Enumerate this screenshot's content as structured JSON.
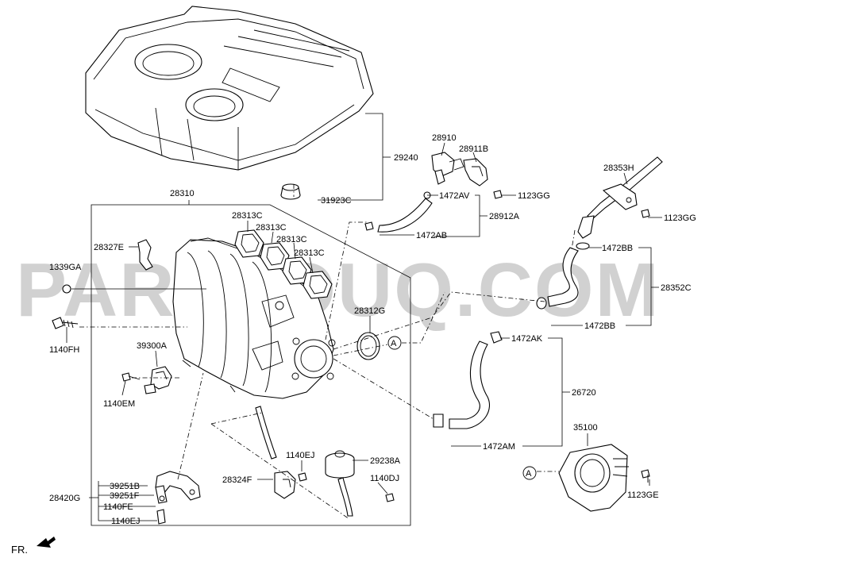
{
  "diagram": {
    "watermark": "PARTSOUQ.COM",
    "orientation_label": "FR.",
    "callout_letter": "A",
    "labels": {
      "engine_cover": "29240",
      "cover_grommet": "31923C",
      "intake_manifold": "28310",
      "gasket_1": "28313C",
      "gasket_2": "28313C",
      "gasket_3": "28313C",
      "gasket_4": "28313C",
      "pcv_fitting": "28327E",
      "bolt_1339": "1339GA",
      "bolt_1140fh": "1140FH",
      "sensor_39300": "39300A",
      "bolt_1140em": "1140EM",
      "stay_28420": "28420G",
      "bracket_39251b": "39251B",
      "bracket_39251f": "39251F",
      "bolt_1140fe": "1140FE",
      "bolt_1140ej_low": "1140EJ",
      "pcv_valve": "28910",
      "bracket_28911": "28911B",
      "bolt_1123gg_1": "1123GG",
      "clamp_1472av": "1472AV",
      "hose_28912": "28912A",
      "clamp_1472ab": "1472AB",
      "pipe_28353": "28353H",
      "bolt_1123gg_2": "1123GG",
      "clamp_1472bb_top": "1472BB",
      "hose_28352": "28352C",
      "clamp_1472bb_bottom": "1472BB",
      "gasket_28312": "28312G",
      "clamp_1472ak": "1472AK",
      "hose_26720": "26720",
      "clamp_1472am": "1472AM",
      "throttle_body": "35100",
      "bolt_1123ge": "1123GE",
      "bolt_1140ej_mid": "1140EJ",
      "actuator_29238": "29238A",
      "bolt_1140dj": "1140DJ",
      "hose_28324": "28324F"
    }
  }
}
